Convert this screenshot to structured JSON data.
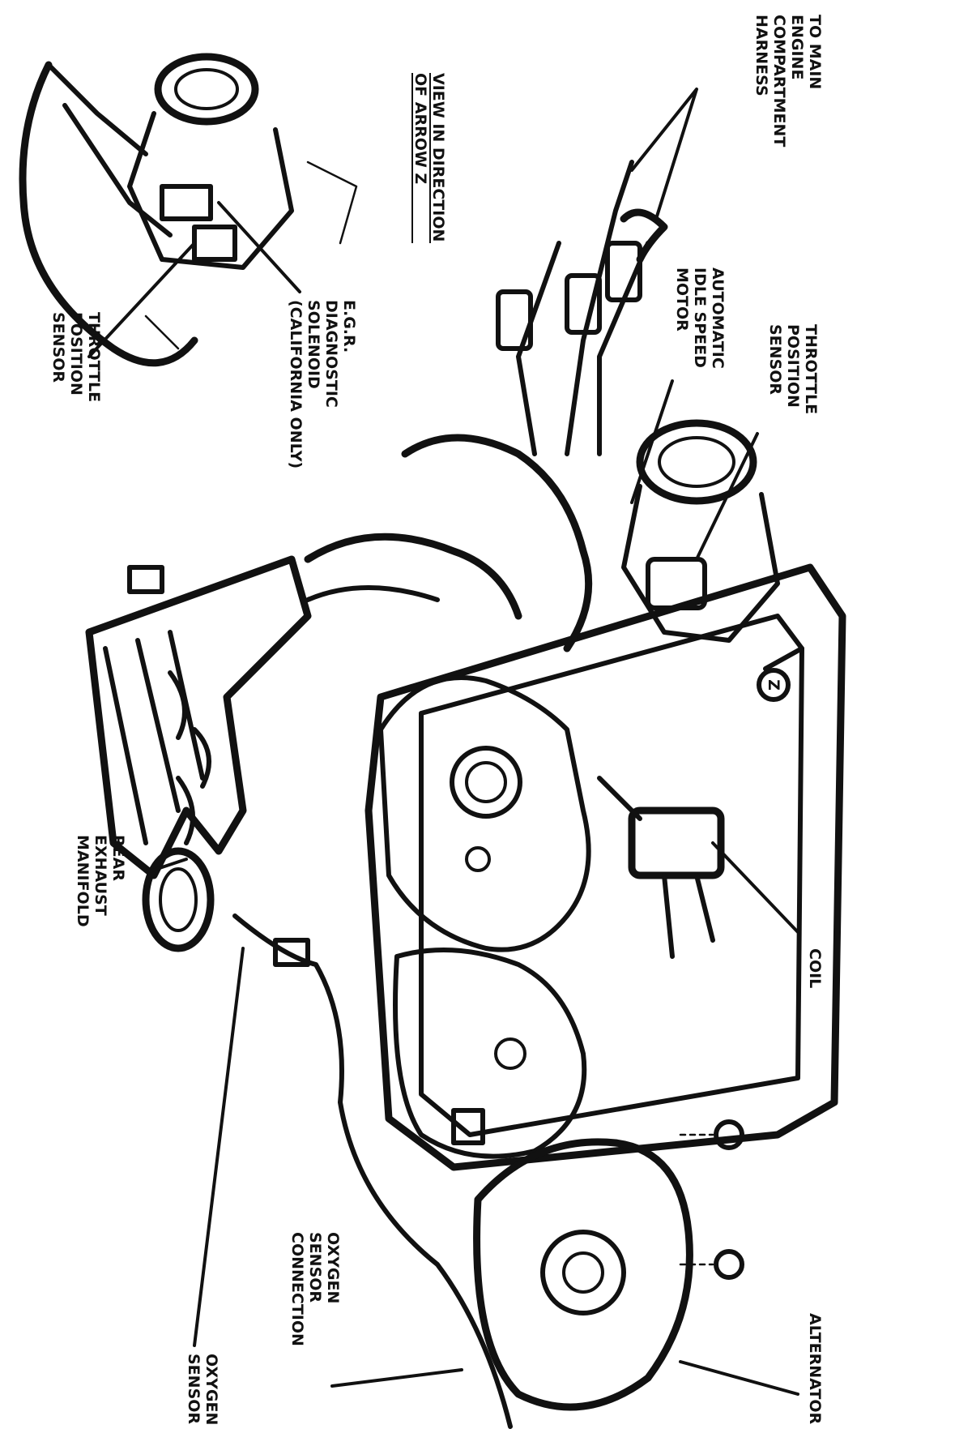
{
  "figure": {
    "labels": {
      "to_main_harness": [
        "TO MAIN",
        "ENGINE",
        "COMPARTMENT",
        "HARNESS"
      ],
      "throttle_position_sensor_main": [
        "THROTTLE",
        "POSITION",
        "SENSOR"
      ],
      "automatic_idle_speed_motor": [
        "AUTOMATIC",
        "IDLE SPEED",
        "MOTOR"
      ],
      "view_direction": [
        "VIEW IN DIRECTION",
        "OF ARROW Z"
      ],
      "egr_solenoid": [
        "E.G.R.",
        "DIAGNOSTIC",
        "SOLENOID",
        "(CALIFORNIA ONLY)"
      ],
      "throttle_position_sensor_inset": [
        "THROTTLE",
        "POSITION",
        "SENSOR"
      ],
      "rear_exhaust_manifold": [
        "REAR",
        "EXHAUST",
        "MANIFOLD"
      ],
      "coil": [
        "COIL"
      ],
      "oxygen_sensor_connection": [
        "OXYGEN",
        "SENSOR",
        "CONNECTION"
      ],
      "oxygen_sensor": [
        "OXYGEN",
        "SENSOR"
      ],
      "alternator": [
        "ALTERNATOR"
      ],
      "arrow_marker": "Z"
    }
  }
}
